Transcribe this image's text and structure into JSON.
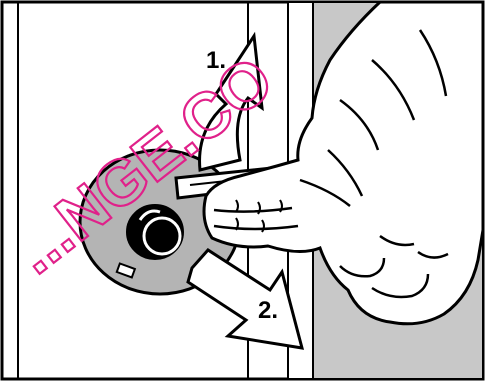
{
  "steps": [
    {
      "label": "1."
    },
    {
      "label": "2."
    }
  ],
  "watermark": {
    "text": "...NGE.CO",
    "color": "#e0218a"
  },
  "colors": {
    "outline": "#000000",
    "panel_gray": "#c8c8c8",
    "disc_gray": "#b4b4b4",
    "background": "#ffffff"
  }
}
